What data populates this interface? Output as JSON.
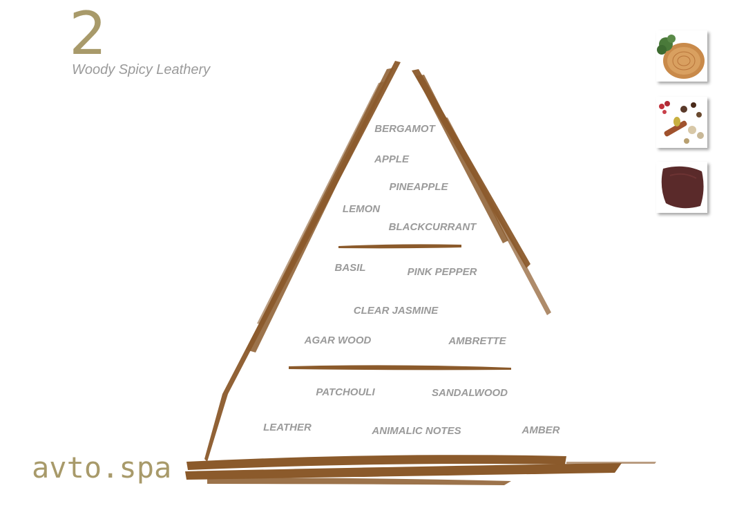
{
  "header": {
    "number": "2",
    "subtitle": "Woody Spicy Leathery"
  },
  "brand": {
    "logo_text": "avto.spa"
  },
  "pyramid": {
    "top_notes": [
      "BERGAMOT",
      "APPLE",
      "PINEAPPLE",
      "LEMON",
      "BLACKCURRANT"
    ],
    "heart_notes": [
      "BASIL",
      "PINK PEPPER",
      "CLEAR JASMINE",
      "AGAR WOOD",
      "AMBRETTE"
    ],
    "base_notes": [
      "PATCHOULI",
      "SANDALWOOD",
      "LEATHER",
      "ANIMALIC NOTES",
      "AMBER"
    ]
  },
  "images": [
    {
      "icon": "wood-slice-pine-icon"
    },
    {
      "icon": "spices-icon"
    },
    {
      "icon": "leather-hide-icon"
    }
  ],
  "colors": {
    "stroke_brown": "#8b5a2b",
    "accent_gold": "#a89a6a",
    "note_gray": "#9a9a9a"
  }
}
